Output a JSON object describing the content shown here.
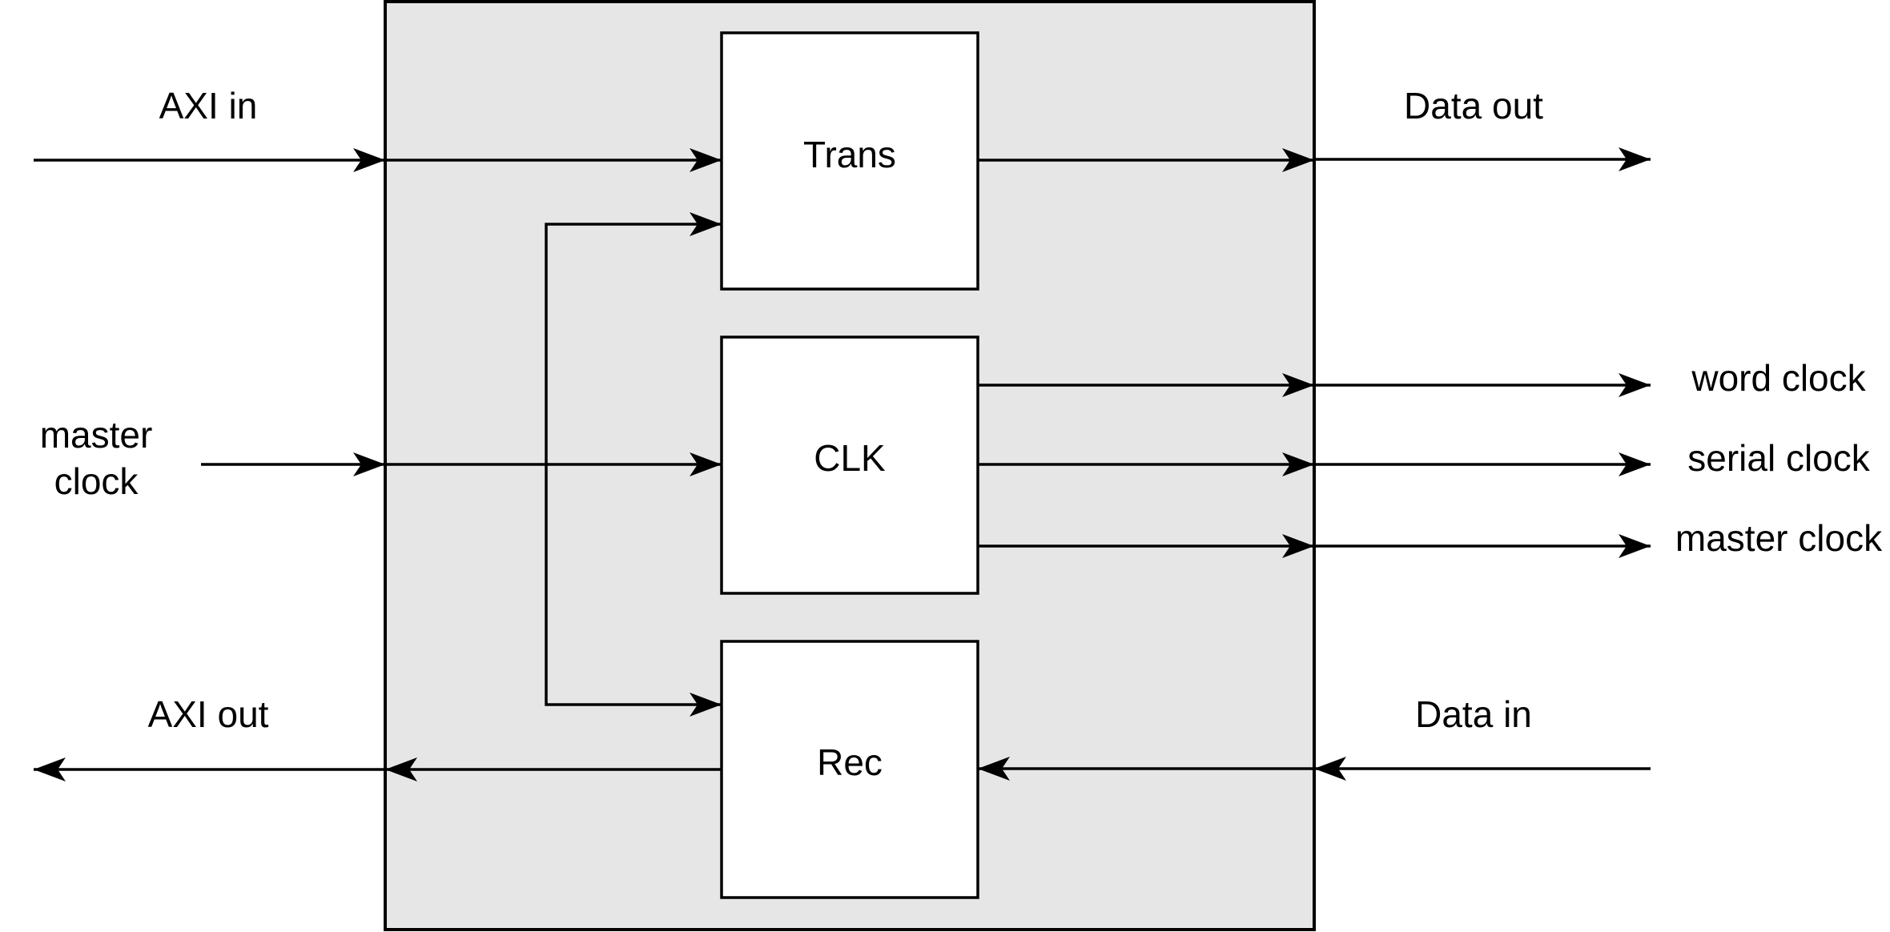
{
  "colors": {
    "outer_fill": "#e6e6e6",
    "block_fill": "#ffffff",
    "stroke": "#000000"
  },
  "blocks": {
    "trans": "Trans",
    "clk": "CLK",
    "rec": "Rec"
  },
  "labels": {
    "axi_in": "AXI in",
    "axi_out": "AXI out",
    "master_clock_in": [
      "master",
      "clock"
    ],
    "data_out": "Data out",
    "data_in": "Data in",
    "word_clock": "word clock",
    "serial_clock": "serial clock",
    "master_clock_out": "master clock"
  }
}
